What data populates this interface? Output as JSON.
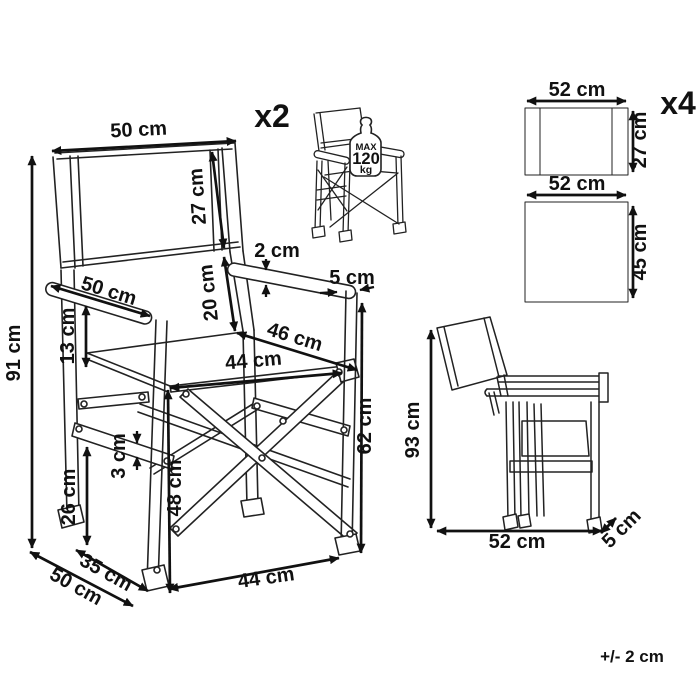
{
  "diagram": {
    "quantities": {
      "chairs": "x2",
      "fabric_panels": "x4"
    },
    "tolerance": "+/- 2 cm",
    "max_load": {
      "label": "MAX",
      "value": "120",
      "unit": "kg"
    },
    "main_chair": {
      "backrest_width": "50 cm",
      "backrest_height": "27 cm",
      "backrest_to_armrest_gap": "20 cm",
      "armrest_thickness": "2 cm",
      "armrest_width": "5 cm",
      "seat_depth": "46 cm",
      "seat_width": "44 cm",
      "armrest_length": "50 cm",
      "armrest_to_seat_height": "13 cm",
      "total_height": "91 cm",
      "armrest_height": "62 cm",
      "seat_height": "48 cm",
      "side_bar_thickness": "3 cm",
      "side_bar_height": "26 cm",
      "base_depth_inner": "35 cm",
      "base_depth_outer": "50 cm",
      "base_width": "44 cm"
    },
    "fabric_panels": {
      "backrest_panel": {
        "width": "52 cm",
        "height": "27 cm"
      },
      "seat_panel": {
        "width": "52 cm",
        "height": "45 cm"
      }
    },
    "folded_chair": {
      "height": "93 cm",
      "width": "52 cm",
      "depth": "5 cm"
    }
  }
}
